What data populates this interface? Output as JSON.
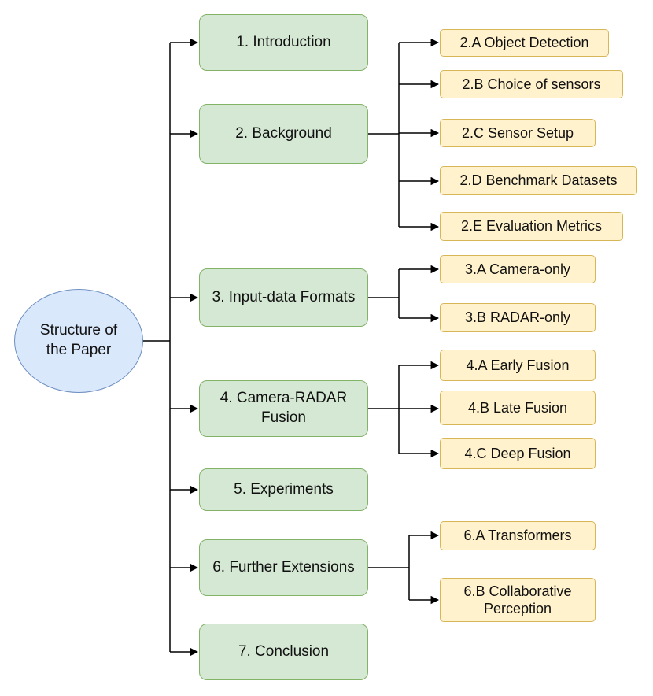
{
  "root": {
    "label": "Structure of\nthe Paper"
  },
  "sections": [
    {
      "label": "1. Introduction",
      "children": []
    },
    {
      "label": "2. Background",
      "children": [
        "2.A Object Detection",
        "2.B Choice of sensors",
        "2.C Sensor Setup",
        "2.D Benchmark Datasets",
        "2.E Evaluation Metrics"
      ]
    },
    {
      "label": "3. Input-data Formats",
      "children": [
        "3.A Camera-only",
        "3.B RADAR-only"
      ]
    },
    {
      "label": "4. Camera-RADAR\nFusion",
      "children": [
        "4.A Early Fusion",
        "4.B Late Fusion",
        "4.C Deep Fusion"
      ]
    },
    {
      "label": "5. Experiments",
      "children": []
    },
    {
      "label": "6. Further Extensions",
      "children": [
        "6.A Transformers",
        "6.B Collaborative\nPerception"
      ]
    },
    {
      "label": "7. Conclusion",
      "children": []
    }
  ],
  "colors": {
    "root_fill": "#dae8fc",
    "root_stroke": "#6c8ebf",
    "section_fill": "#d5e8d4",
    "section_stroke": "#82b366",
    "sub_fill": "#fff2cc",
    "sub_stroke": "#d6b656",
    "connector": "#000000"
  }
}
